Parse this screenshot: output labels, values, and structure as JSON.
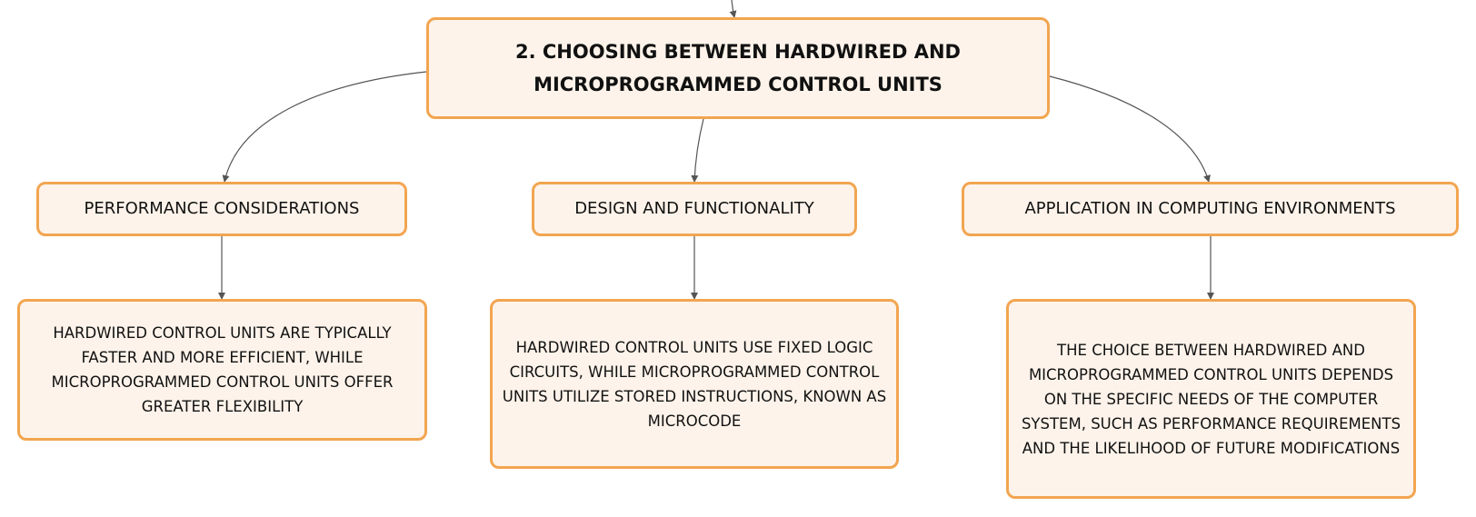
{
  "root": {
    "title": "2. CHOOSING BETWEEN HARDWIRED AND MICROPROGRAMMED CONTROL UNITS"
  },
  "branches": [
    {
      "label": "PERFORMANCE CONSIDERATIONS",
      "detail": "HARDWIRED CONTROL UNITS ARE TYPICALLY FASTER AND MORE EFFICIENT, WHILE MICROPROGRAMMED CONTROL UNITS OFFER GREATER FLEXIBILITY"
    },
    {
      "label": "DESIGN AND FUNCTIONALITY",
      "detail": "HARDWIRED CONTROL UNITS USE FIXED LOGIC CIRCUITS, WHILE MICROPROGRAMMED CONTROL UNITS UTILIZE STORED INSTRUCTIONS, KNOWN AS MICROCODE"
    },
    {
      "label": "APPLICATION IN COMPUTING ENVIRONMENTS",
      "detail": "THE CHOICE BETWEEN HARDWIRED AND MICROPROGRAMMED CONTROL UNITS DEPENDS ON THE SPECIFIC NEEDS OF THE COMPUTER SYSTEM, SUCH AS PERFORMANCE REQUIREMENTS AND THE LIKELIHOOD OF FUTURE MODIFICATIONS"
    }
  ],
  "colors": {
    "node_fill": "#fdf3ea",
    "node_border": "#f2a550",
    "connector": "#555555"
  }
}
